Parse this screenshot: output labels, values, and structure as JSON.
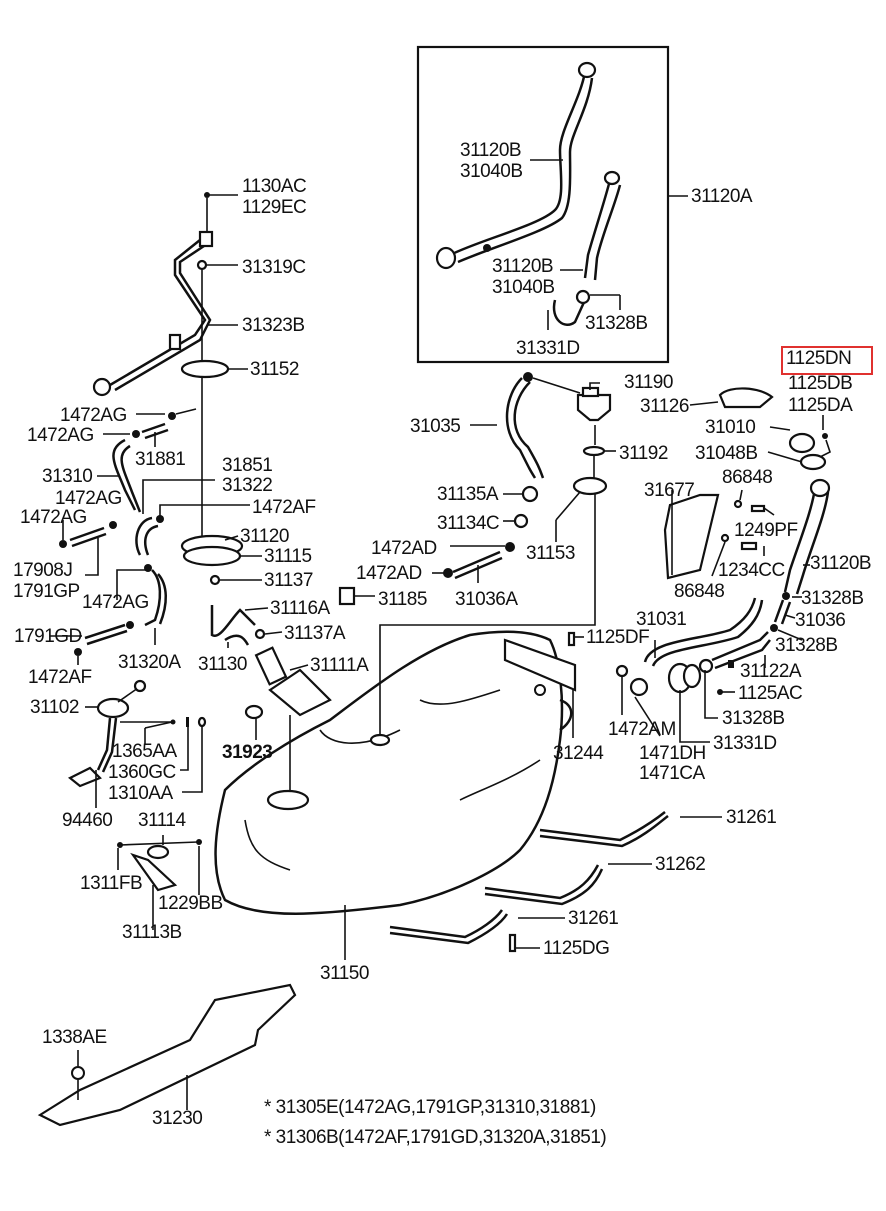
{
  "diagram": {
    "title": "Fuel tank & fuel system parts diagram",
    "highlight_color": "#e0312f",
    "highlighted_part": "1125DN",
    "inset": {
      "name": "filler-neck-alternative-inset",
      "labels": [
        "31120B",
        "31040B",
        "31120B",
        "31040B",
        "31328B",
        "31331D",
        "31120A"
      ]
    },
    "labels": {
      "p1130AC": "1130AC",
      "p1129EC": "1129EC",
      "p31319C": "31319C",
      "p31323B": "31323B",
      "p31152": "31152",
      "p1472AG_a": "1472AG",
      "p1472AG_b": "1472AG",
      "p31881": "31881",
      "p31310": "31310",
      "p31851": "31851",
      "p31322": "31322",
      "p1472AG_c": "1472AG",
      "p1472AF_a": "1472AF",
      "p1472AG_d": "1472AG",
      "p31120": "31120",
      "p31115": "31115",
      "p17908J": "17908J",
      "p1791GP": "1791GP",
      "p31137": "31137",
      "p1472AG_e": "1472AG",
      "p31116A": "31116A",
      "p1791GD": "1791GD",
      "p31137A": "31137A",
      "p31320A": "31320A",
      "p31130": "31130",
      "p31111A": "31111A",
      "p1472AF_b": "1472AF",
      "p31102": "31102",
      "p1365AA": "1365AA",
      "p1360GC": "1360GC",
      "p1310AA": "1310AA",
      "p31923": "31923",
      "p94460": "94460",
      "p31114": "31114",
      "p1311FB": "1311FB",
      "p1229BB": "1229BB",
      "p31113B": "31113B",
      "p31150": "31150",
      "p1338AE": "1338AE",
      "p31230": "31230",
      "p31120B_i1": "31120B",
      "p31040B_i1": "31040B",
      "p31120B_i2": "31120B",
      "p31040B_i2": "31040B",
      "p31328B_i": "31328B",
      "p31331D_i": "31331D",
      "p31120A": "31120A",
      "p1125DN": "1125DN",
      "p1125DB": "1125DB",
      "p1125DA": "1125DA",
      "p31190": "31190",
      "p31126": "31126",
      "p31035": "31035",
      "p31010": "31010",
      "p31192": "31192",
      "p31048B": "31048B",
      "p86848_a": "86848",
      "p31135A": "31135A",
      "p31677": "31677",
      "p31134C": "31134C",
      "p1249PF": "1249PF",
      "p1472AD_a": "1472AD",
      "p31153": "31153",
      "p31120B": "31120B",
      "p1234CC": "1234CC",
      "p1472AD_b": "1472AD",
      "p31185": "31185",
      "p31036A": "31036A",
      "p86848_b": "86848",
      "p31328B_a": "31328B",
      "p31031": "31031",
      "p31036": "31036",
      "p1125DF": "1125DF",
      "p31328B_b": "31328B",
      "p31122A": "31122A",
      "p1125AC": "1125AC",
      "p1472AM": "1472AM",
      "p31328B_c": "31328B",
      "p31244": "31244",
      "p1471DH": "1471DH",
      "p31331D": "31331D",
      "p1471CA": "1471CA",
      "p31261_a": "31261",
      "p31262": "31262",
      "p31261_b": "31261",
      "p1125DG": "1125DG"
    },
    "notes": [
      "* 31305E(1472AG,1791GP,31310,31881)",
      "* 31306B(1472AF,1791GD,31320A,31851)"
    ]
  }
}
